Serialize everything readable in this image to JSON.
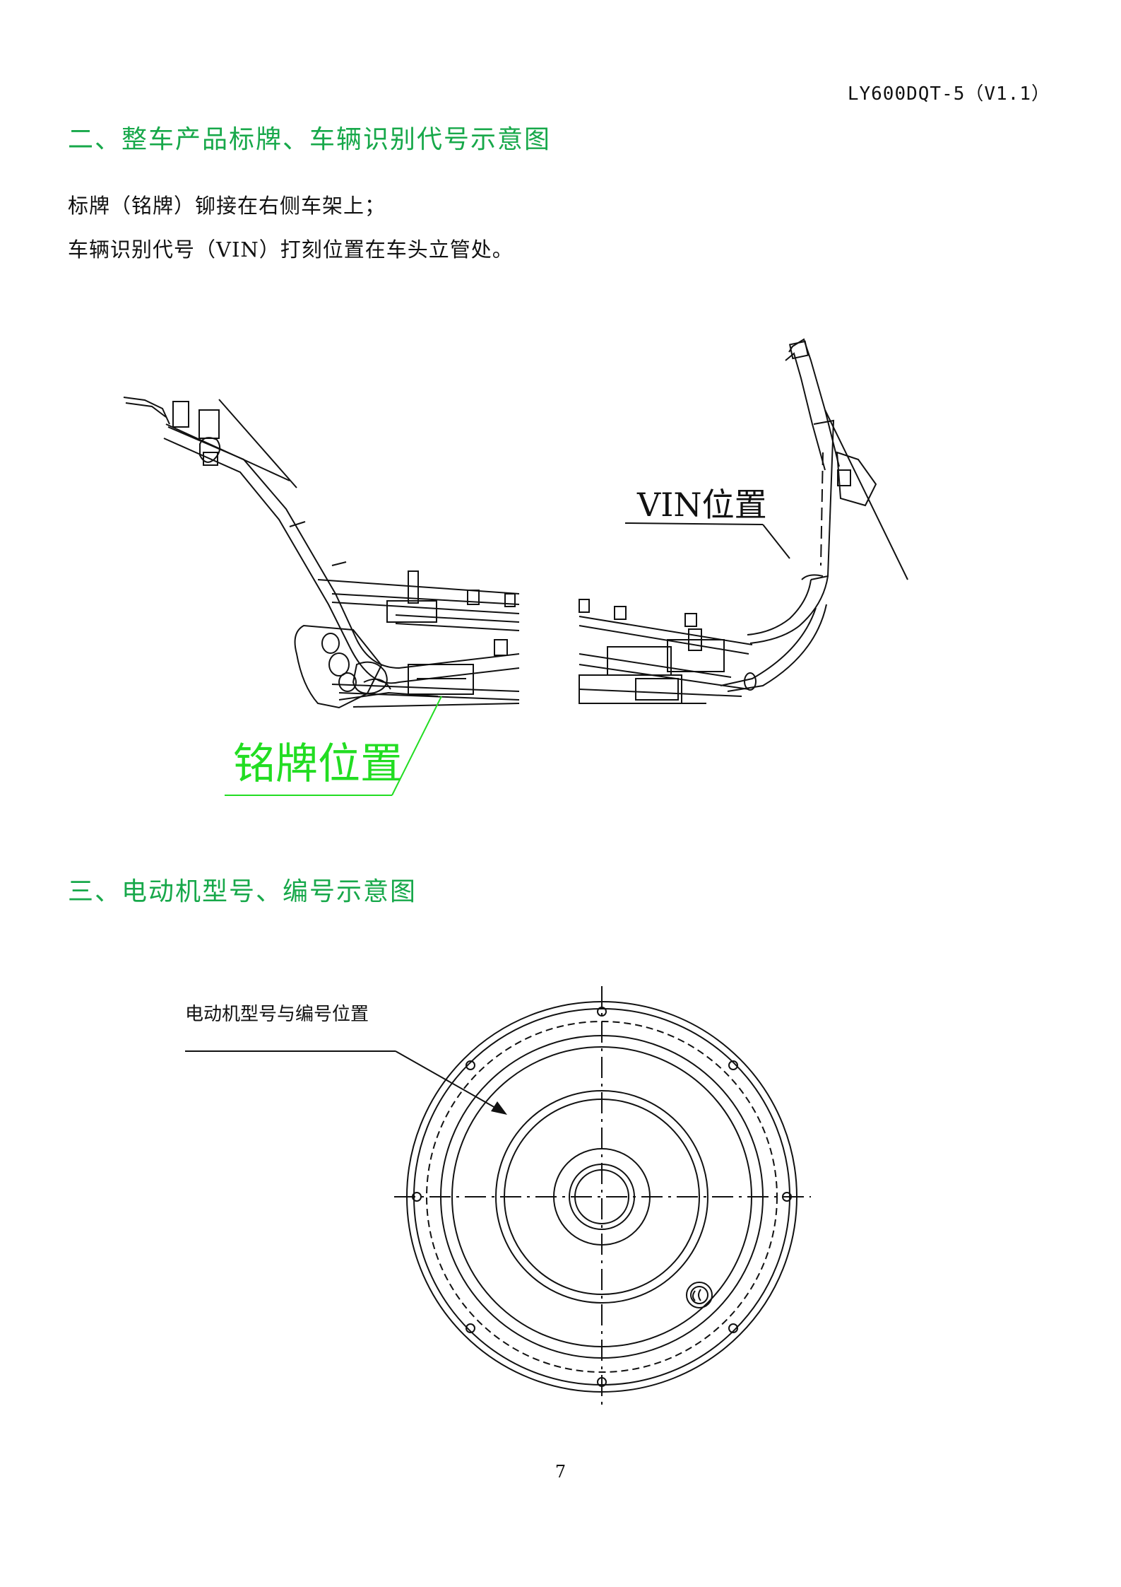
{
  "header": {
    "doc_code": "LY600DQT-5（V1.1）"
  },
  "section_2": {
    "heading": "二、整车产品标牌、车辆识别代号示意图",
    "lines": [
      "标牌（铭牌）铆接在右侧车架上；",
      "车辆识别代号（VIN）打刻位置在车头立管处。"
    ],
    "figure": {
      "vin_label": "VIN位置",
      "nameplate_label": "铭牌位置",
      "nameplate_label_color": "#22dd22"
    }
  },
  "section_3": {
    "heading": "三、电动机型号、编号示意图",
    "figure": {
      "motor_label": "电动机型号与编号位置"
    }
  },
  "footer": {
    "page_number": "7"
  },
  "colors": {
    "heading": "#17a84a",
    "line_art": "#111111"
  }
}
